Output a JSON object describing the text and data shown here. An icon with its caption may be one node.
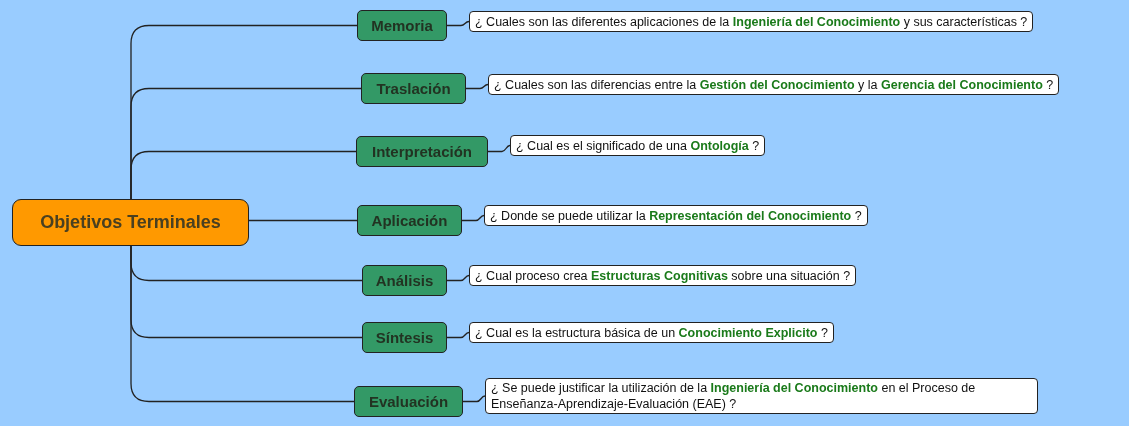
{
  "diagram": {
    "nodes": [
      {
        "text": [
          "Objetivos Terminales"
        ]
      },
      {
        "text": [
          "Memoria"
        ]
      },
      {
        "text": [
          "Traslación"
        ]
      },
      {
        "text": [
          "Interpretación"
        ]
      },
      {
        "text": [
          "Aplicación"
        ]
      },
      {
        "text": [
          "Análisis"
        ]
      },
      {
        "text": [
          "Síntesis"
        ]
      },
      {
        "text": [
          "Evaluación"
        ]
      },
      {
        "text": [
          "¿ Cuales son las diferentes aplicaciones de la **Ingeniería del Conocimiento** y sus características ?"
        ]
      },
      {
        "text": [
          "¿ Cuales son las diferencias entre la **Gestión del Conocimiento** y la **Gerencia del Conocimiento** ?"
        ]
      },
      {
        "text": [
          "¿ Cual es el significado de una **Ontología** ?"
        ]
      },
      {
        "text": [
          "¿ Donde se puede utilizar la **Representación del Conocimiento** ?"
        ]
      },
      {
        "text": [
          "¿ Cual proceso crea **Estructuras Cognitivas** sobre una situación ?"
        ]
      },
      {
        "text": [
          "¿ Cual es la estructura básica de un **Conocimiento Explicito** ?"
        ]
      },
      {
        "text": [
          "¿ Se puede justificar la utilización de la **Ingeniería del Conocimiento** en el Proceso de Enseñanza-Aprendizaje-Evaluación (EAE) ?"
        ]
      }
    ],
    "edges": [
      {
        "from": 0,
        "to": 1,
        "arrow": "none"
      },
      {
        "from": 0,
        "to": 2,
        "arrow": "none"
      },
      {
        "from": 0,
        "to": 3,
        "arrow": "none"
      },
      {
        "from": 0,
        "to": 4,
        "arrow": "none"
      },
      {
        "from": 0,
        "to": 5,
        "arrow": "none"
      },
      {
        "from": 0,
        "to": 6,
        "arrow": "none"
      },
      {
        "from": 0,
        "to": 7,
        "arrow": "none"
      },
      {
        "from": 1,
        "to": 8,
        "arrow": "none"
      },
      {
        "from": 2,
        "to": 9,
        "arrow": "none"
      },
      {
        "from": 3,
        "to": 10,
        "arrow": "none"
      },
      {
        "from": 4,
        "to": 11,
        "arrow": "none"
      },
      {
        "from": 5,
        "to": 12,
        "arrow": "none"
      },
      {
        "from": 6,
        "to": 13,
        "arrow": "none"
      },
      {
        "from": 7,
        "to": 14,
        "arrow": "none"
      }
    ]
  }
}
